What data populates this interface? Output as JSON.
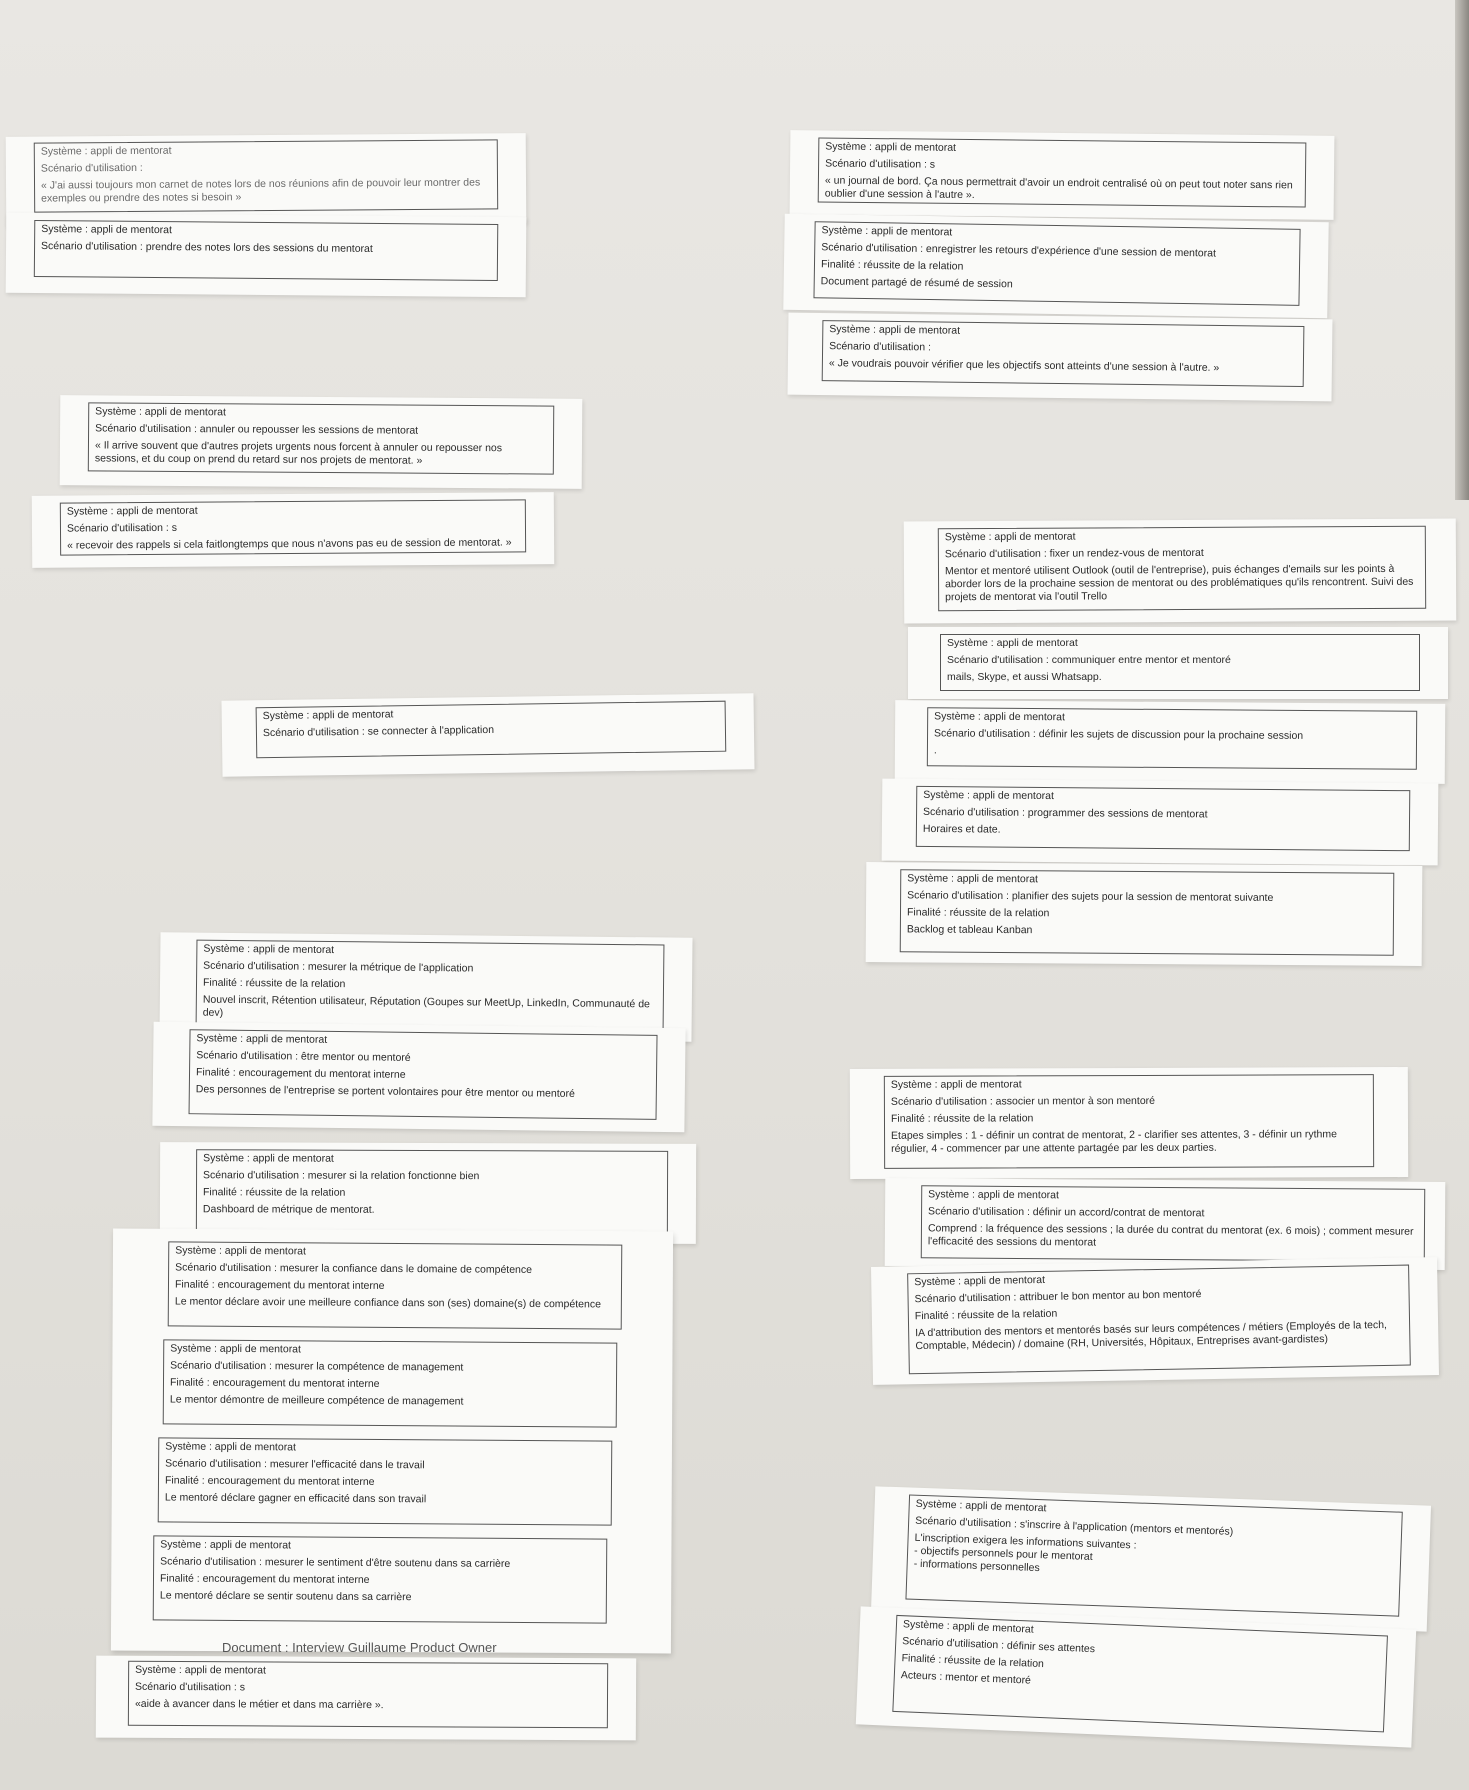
{
  "caption": "Document : Interview Guillaume Product Owner",
  "cards": [
    {
      "systeme": "Système : appli de mentorat",
      "scenario": "Scénario d'utilisation :",
      "extra": [
        "« J'ai aussi toujours mon carnet de notes lors de nos réunions afin de pouvoir leur montrer des exemples ou prendre des notes si besoin »"
      ]
    },
    {
      "systeme": "Système : appli de mentorat",
      "scenario": "Scénario d'utilisation : prendre des notes lors des sessions du mentorat",
      "extra": []
    },
    {
      "systeme": "Système : appli de mentorat",
      "scenario": "Scénario d'utilisation : annuler ou repousser les sessions de mentorat",
      "extra": [
        "« Il arrive souvent que d'autres projets urgents nous forcent à annuler ou repousser nos sessions, et du coup on prend du retard sur nos projets de mentorat. »"
      ]
    },
    {
      "systeme": "Système : appli de mentorat",
      "scenario": "Scénario d'utilisation : s",
      "extra": [
        "« recevoir des rappels si cela faitlongtemps que nous n'avons pas eu de session de mentorat. »"
      ]
    },
    {
      "systeme": "Système : appli de mentorat",
      "scenario": "Scénario d'utilisation : se connecter à l'application",
      "extra": []
    },
    {
      "systeme": "Système : appli de mentorat",
      "scenario": "Scénario d'utilisation : mesurer la métrique de l'application",
      "extra": [
        "Finalité : réussite de la relation",
        "Nouvel inscrit, Rétention utilisateur, Réputation (Goupes sur MeetUp, LinkedIn, Communauté de dev)"
      ]
    },
    {
      "systeme": "Système : appli de mentorat",
      "scenario": "Scénario d'utilisation : être mentor ou mentoré",
      "extra": [
        "Finalité : encouragement du mentorat interne",
        "Des personnes de l'entreprise se portent volontaires pour être mentor ou mentoré"
      ]
    },
    {
      "systeme": "Système : appli de mentorat",
      "scenario": "Scénario d'utilisation : mesurer si la relation fonctionne bien",
      "extra": [
        "Finalité : réussite de la relation",
        "Dashboard de métrique de mentorat."
      ]
    },
    {
      "systeme": "Système : appli de mentorat",
      "scenario": "Scénario d'utilisation : mesurer la confiance dans le domaine de compétence",
      "extra": [
        "Finalité : encouragement du mentorat interne",
        "Le mentor déclare avoir une meilleure confiance dans son (ses) domaine(s) de compétence"
      ]
    },
    {
      "systeme": "Système : appli de mentorat",
      "scenario": "Scénario d'utilisation : mesurer la compétence de management",
      "extra": [
        "Finalité : encouragement du mentorat interne",
        "Le mentor démontre de meilleure compétence de management"
      ]
    },
    {
      "systeme": "Système : appli de mentorat",
      "scenario": "Scénario d'utilisation : mesurer l'efficacité dans le travail",
      "extra": [
        "Finalité : encouragement du mentorat interne",
        "Le mentoré déclare gagner en efficacité dans son travail"
      ]
    },
    {
      "systeme": "Système : appli de mentorat",
      "scenario": "Scénario d'utilisation : mesurer le sentiment d'être soutenu dans sa carrière",
      "extra": [
        "Finalité : encouragement du mentorat interne",
        "Le mentoré déclare se sentir soutenu dans sa carrière"
      ]
    },
    {
      "systeme": "Système : appli de mentorat",
      "scenario": "Scénario d'utilisation : s",
      "extra": [
        "«aide à avancer dans le métier et dans ma carrière »."
      ]
    },
    {
      "systeme": "Système : appli de mentorat",
      "scenario": "Scénario d'utilisation : s",
      "extra": [
        "« un journal de bord. Ça nous permettrait d'avoir un endroit centralisé où on peut tout noter sans rien oublier d'une session à l'autre »."
      ]
    },
    {
      "systeme": "Système : appli de mentorat",
      "scenario": "Scénario d'utilisation : enregistrer les retours d'expérience d'une session de mentorat",
      "extra": [
        "Finalité : réussite de la relation",
        "Document partagé de résumé de session"
      ]
    },
    {
      "systeme": "Système : appli de mentorat",
      "scenario": "Scénario d'utilisation :",
      "extra": [
        "« Je voudrais pouvoir vérifier que les objectifs sont atteints d'une session à l'autre. »"
      ]
    },
    {
      "systeme": "Système : appli de mentorat",
      "scenario": "Scénario d'utilisation : fixer un rendez-vous de mentorat",
      "extra": [
        "Mentor et mentoré utilisent Outlook (outil de l'entreprise), puis échanges d'emails sur les points à aborder lors de la prochaine session de mentorat ou des problématiques qu'ils rencontrent. Suivi des projets de mentorat via l'outil Trello"
      ]
    },
    {
      "systeme": "Système : appli de mentorat",
      "scenario": "Scénario d'utilisation : communiquer entre mentor et mentoré",
      "extra": [
        "mails, Skype, et aussi Whatsapp."
      ]
    },
    {
      "systeme": "Système : appli de mentorat",
      "scenario": "Scénario d'utilisation : définir les sujets de discussion pour la prochaine session",
      "extra": [
        "."
      ]
    },
    {
      "systeme": "Système : appli de mentorat",
      "scenario": "Scénario d'utilisation : programmer des sessions de mentorat",
      "extra": [
        "Horaires et date."
      ]
    },
    {
      "systeme": "Système : appli de mentorat",
      "scenario": "Scénario d'utilisation : planifier des sujets pour la session de mentorat suivante",
      "extra": [
        "Finalité : réussite de la relation",
        "Backlog et tableau Kanban"
      ]
    },
    {
      "systeme": "Système : appli de mentorat",
      "scenario": "Scénario d'utilisation : associer un mentor à son mentoré",
      "extra": [
        "Finalité : réussite de la relation",
        "Etapes simples : 1 - définir un contrat de mentorat, 2 - clarifier ses attentes, 3 - définir un rythme régulier, 4 - commencer par une attente partagée par les deux parties."
      ]
    },
    {
      "systeme": "Système : appli de mentorat",
      "scenario": "Scénario d'utilisation : définir un accord/contrat de mentorat",
      "extra": [
        "Comprend : la fréquence des sessions ; la durée du contrat du mentorat (ex. 6 mois) ; comment mesurer l'efficacité des sessions du mentorat"
      ]
    },
    {
      "systeme": "Système : appli de mentorat",
      "scenario": "Scénario d'utilisation : attribuer le bon mentor au bon mentoré",
      "extra": [
        "Finalité : réussite de la relation",
        "IA d'attribution des mentors et mentorés basés sur leurs compétences / métiers (Employés de la tech, Comptable, Médecin) / domaine (RH, Universités, Hôpitaux, Entreprises avant-gardistes)"
      ]
    },
    {
      "systeme": "Système : appli de mentorat",
      "scenario": "Scénario d'utilisation : s'inscrire à l'application (mentors et mentorés)",
      "extra": [
        "L'inscription exigera les informations suivantes :\n- objectifs personnels pour le mentorat\n- informations personnelles"
      ]
    },
    {
      "systeme": "Système : appli de mentorat",
      "scenario": "Scénario d'utilisation : définir ses attentes",
      "extra": [
        "Finalité : réussite de la relation",
        "Acteurs : mentor et mentoré"
      ]
    }
  ]
}
